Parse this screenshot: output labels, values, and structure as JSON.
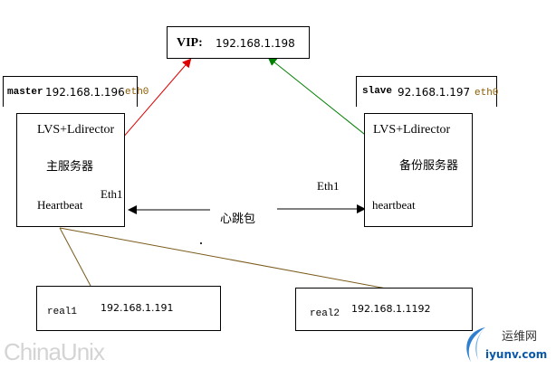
{
  "vip": {
    "label": "VIP:",
    "ip": "192.168.1.198"
  },
  "master": {
    "tag_label": "master",
    "tag_ip": "192.168.1.196",
    "tag_iface": "eth0",
    "line1": "LVS+Ldirector",
    "line2": "主服务器",
    "line3": "Heartbeat",
    "eth_label": "Eth1"
  },
  "slave": {
    "tag_label": "slave",
    "tag_ip": "92.168.1.197",
    "tag_iface": "eth0",
    "line1": "LVS+Ldirector",
    "line2": "备份服务器",
    "line3": "heartbeat",
    "eth_label": "Eth1"
  },
  "heartbeat_label": "心跳包",
  "real1": {
    "label": "real1",
    "ip": "192.168.1.191"
  },
  "real2": {
    "label": "real2",
    "ip": "192.168.1.1192"
  },
  "watermark": "ChinaUnix",
  "logo": {
    "title": "运维网",
    "url": "iyunv.com"
  },
  "colors": {
    "master_to_vip": "#dd0000",
    "slave_to_vip": "#008000",
    "real_links": "#7a5a1a"
  }
}
